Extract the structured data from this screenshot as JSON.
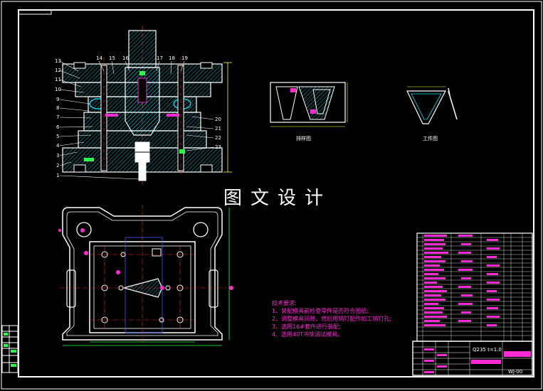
{
  "watermark": "图文设计",
  "views": {
    "strip_label": "排样图",
    "workpiece_label": "工件图"
  },
  "section_callouts_left": [
    "13",
    "12",
    "11",
    "10",
    "9",
    "8",
    "7",
    "6",
    "5",
    "4",
    "3",
    "2",
    "1"
  ],
  "section_callouts_top": [
    "14",
    "15",
    "16",
    "17",
    "18",
    "19"
  ],
  "section_callouts_right": [
    "20",
    "21",
    "22",
    "23"
  ],
  "tech_requirements": {
    "title": "技术要求:",
    "items": [
      "1、装配模具前检查零件是否符合图纸;",
      "2、调整模具间隙，然后用销钉配作加工销钉孔;",
      "3、选用16#套件进行装配;",
      "4、选用40T冲床调试模具。"
    ]
  },
  "title_block": {
    "material_text": "Q235  t=1.0",
    "drawing_number": "WJ-00"
  },
  "colors": {
    "frame": "#ffffff",
    "cyan": "#00e5ff",
    "red": "#ff3030",
    "magenta": "#ff2ad4",
    "green": "#2cff4a",
    "blue": "#3b5bff",
    "yellow": "#ffff40"
  }
}
